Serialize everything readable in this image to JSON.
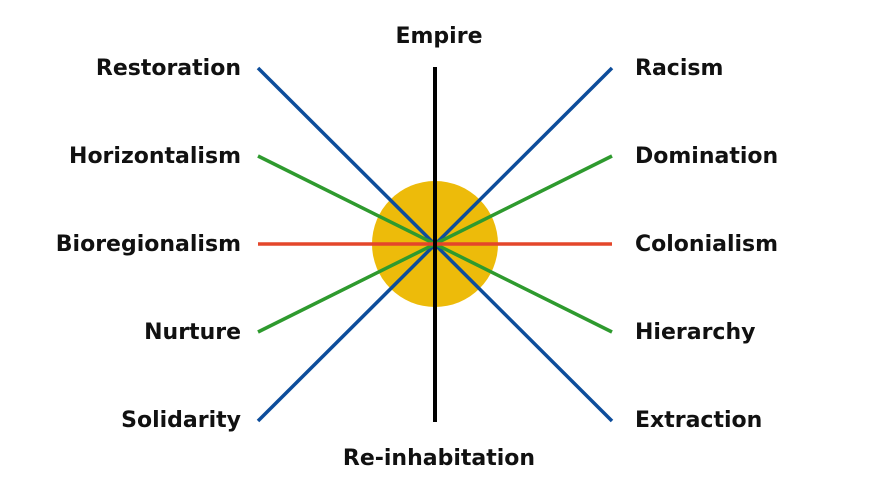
{
  "labels": {
    "top": "Empire",
    "bottom": "Re-inhabitation",
    "left": [
      "Restoration",
      "Horizontalism",
      "Bioregionalism",
      "Nurture",
      "Solidarity"
    ],
    "right": [
      "Racism",
      "Domination",
      "Colonialism",
      "Hierarchy",
      "Extraction"
    ]
  },
  "colors": {
    "circle": "#EDBB0A",
    "vertical_line": "#000000",
    "outer_diagonals": "#0D4D9B",
    "inner_diagonals": "#2E9A2E",
    "horizontal_line": "#E4462A",
    "text": "#111111"
  }
}
